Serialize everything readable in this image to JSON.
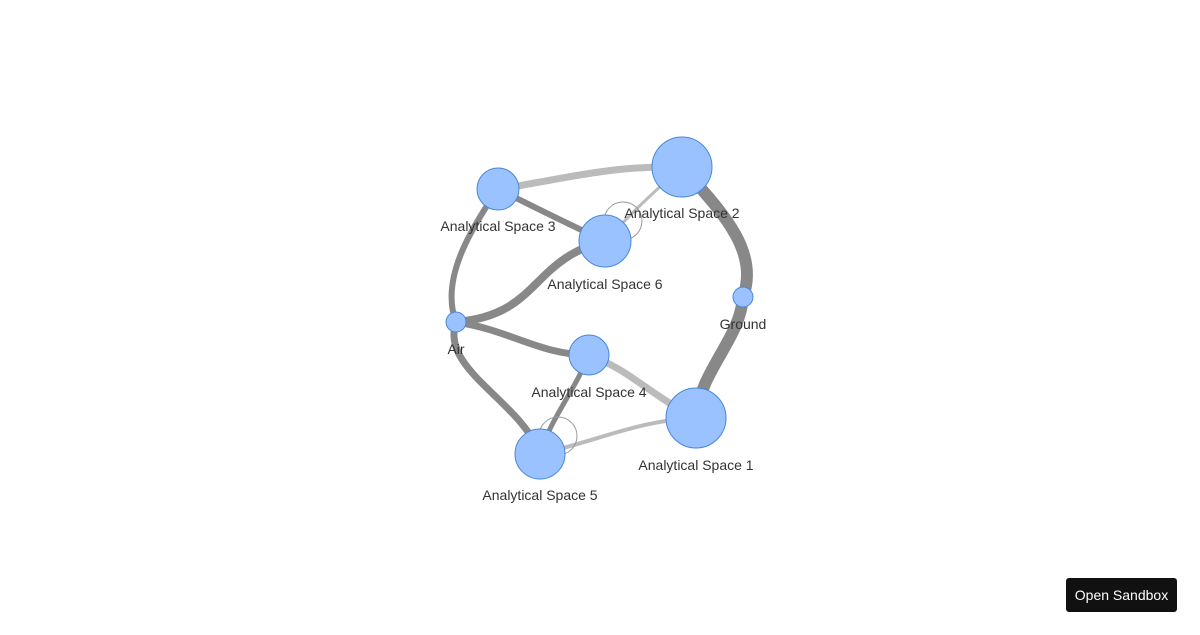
{
  "graph": {
    "colors": {
      "node_fill": "#99c2ff",
      "node_stroke": "#4a86d9",
      "edge_dark": "#888888",
      "edge_light": "#bbbbbb"
    },
    "nodes": [
      {
        "id": "as1",
        "label": "Analytical Space 1"
      },
      {
        "id": "as2",
        "label": "Analytical Space 2"
      },
      {
        "id": "as3",
        "label": "Analytical Space 3"
      },
      {
        "id": "as4",
        "label": "Analytical Space 4"
      },
      {
        "id": "as5",
        "label": "Analytical Space 5"
      },
      {
        "id": "as6",
        "label": "Analytical Space 6"
      },
      {
        "id": "ground",
        "label": "Ground"
      },
      {
        "id": "air",
        "label": "Air"
      }
    ],
    "edges": [
      {
        "source": "as3",
        "target": "as2",
        "tone": "light"
      },
      {
        "source": "as3",
        "target": "as6",
        "tone": "dark"
      },
      {
        "source": "as3",
        "target": "air",
        "tone": "dark"
      },
      {
        "source": "as6",
        "target": "as2",
        "tone": "light"
      },
      {
        "source": "as6",
        "target": "air",
        "tone": "dark"
      },
      {
        "source": "as2",
        "target": "ground",
        "tone": "dark"
      },
      {
        "source": "ground",
        "target": "as1",
        "tone": "dark"
      },
      {
        "source": "air",
        "target": "as4",
        "tone": "dark"
      },
      {
        "source": "air",
        "target": "as5",
        "tone": "dark"
      },
      {
        "source": "as4",
        "target": "as1",
        "tone": "light"
      },
      {
        "source": "as4",
        "target": "as5",
        "tone": "dark"
      },
      {
        "source": "as5",
        "target": "as1",
        "tone": "light"
      },
      {
        "source": "as6",
        "target": "as6",
        "tone": "self"
      },
      {
        "source": "as5",
        "target": "as5",
        "tone": "self"
      }
    ]
  },
  "toolbar": {
    "open_sandbox_label": "Open Sandbox"
  }
}
